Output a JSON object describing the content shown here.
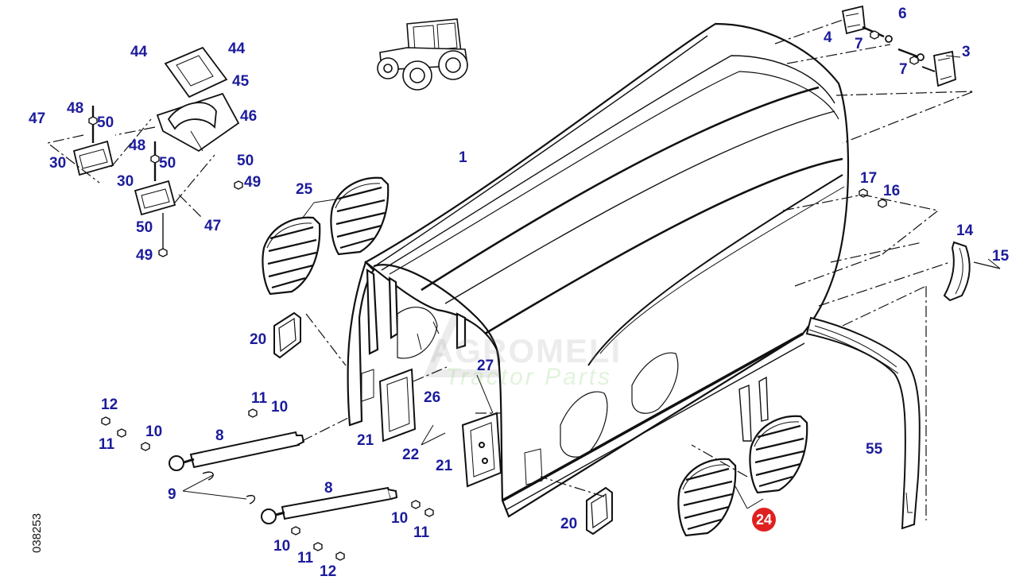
{
  "diagram": {
    "reference_code": "038253",
    "watermark_lines": [
      "AGROMELI",
      "Tractor Parts"
    ],
    "highlighted_callout": "24",
    "colors": {
      "callout_text": "#1c1c9c",
      "highlight": "#e02020",
      "line_art": "#111111"
    },
    "callouts": [
      {
        "id": "c44a",
        "text": "44"
      },
      {
        "id": "c44b",
        "text": "44"
      },
      {
        "id": "c45",
        "text": "45"
      },
      {
        "id": "c46",
        "text": "46"
      },
      {
        "id": "c47a",
        "text": "47"
      },
      {
        "id": "c48a",
        "text": "48"
      },
      {
        "id": "c50a",
        "text": "50"
      },
      {
        "id": "c48b",
        "text": "48"
      },
      {
        "id": "c50b",
        "text": "50"
      },
      {
        "id": "c30a",
        "text": "30"
      },
      {
        "id": "c30b",
        "text": "30"
      },
      {
        "id": "c50c",
        "text": "50"
      },
      {
        "id": "c49a",
        "text": "49"
      },
      {
        "id": "c47b",
        "text": "47"
      },
      {
        "id": "c50d",
        "text": "50"
      },
      {
        "id": "c49b",
        "text": "49"
      },
      {
        "id": "c1",
        "text": "1"
      },
      {
        "id": "c25",
        "text": "25"
      },
      {
        "id": "c4",
        "text": "4"
      },
      {
        "id": "c6",
        "text": "6"
      },
      {
        "id": "c7a",
        "text": "7"
      },
      {
        "id": "c3",
        "text": "3"
      },
      {
        "id": "c7b",
        "text": "7"
      },
      {
        "id": "c17",
        "text": "17"
      },
      {
        "id": "c16",
        "text": "16"
      },
      {
        "id": "c14",
        "text": "14"
      },
      {
        "id": "c15",
        "text": "15"
      },
      {
        "id": "c20a",
        "text": "20"
      },
      {
        "id": "c27",
        "text": "27"
      },
      {
        "id": "c26",
        "text": "26"
      },
      {
        "id": "c21a",
        "text": "21"
      },
      {
        "id": "c22",
        "text": "22"
      },
      {
        "id": "c21b",
        "text": "21"
      },
      {
        "id": "c12a",
        "text": "12"
      },
      {
        "id": "c11a",
        "text": "11"
      },
      {
        "id": "c10a",
        "text": "10"
      },
      {
        "id": "c8a",
        "text": "8"
      },
      {
        "id": "c11b",
        "text": "11"
      },
      {
        "id": "c10b",
        "text": "10"
      },
      {
        "id": "c9",
        "text": "9"
      },
      {
        "id": "c8b",
        "text": "8"
      },
      {
        "id": "c10c",
        "text": "10"
      },
      {
        "id": "c11c",
        "text": "11"
      },
      {
        "id": "c10d",
        "text": "10"
      },
      {
        "id": "c11d",
        "text": "11"
      },
      {
        "id": "c12b",
        "text": "12"
      },
      {
        "id": "c20b",
        "text": "20"
      },
      {
        "id": "c24",
        "text": "24"
      },
      {
        "id": "c55",
        "text": "55"
      }
    ]
  }
}
